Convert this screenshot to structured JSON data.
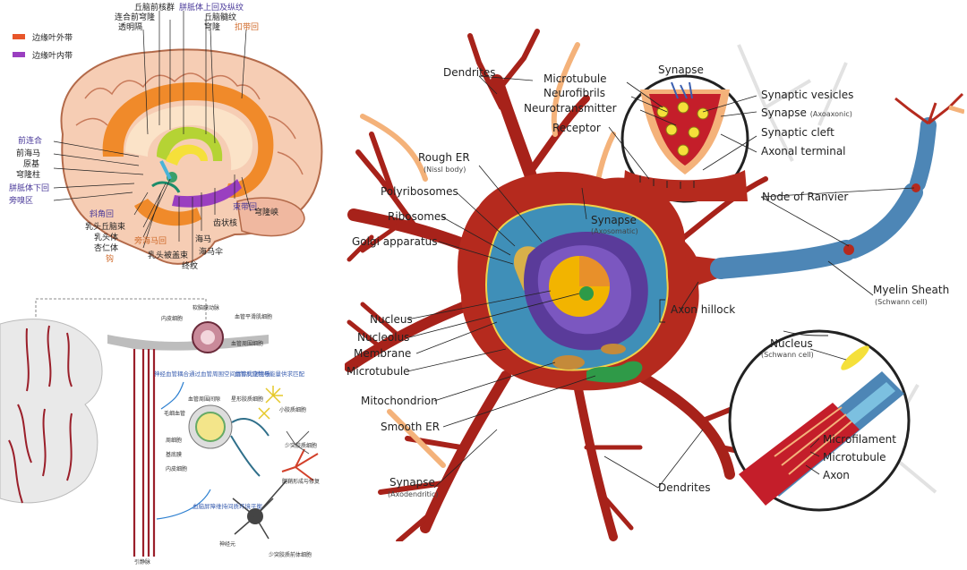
{
  "brain_panel": {
    "legend": [
      {
        "label": "边缘叶外带",
        "color": "#e8562a"
      },
      {
        "label": "边缘叶内带",
        "color": "#9a3fc0"
      }
    ],
    "labels_top": [
      "丘脑前核群",
      "胼胝体上回及纵纹",
      "连合前穹隆",
      "丘脑髓纹",
      "透明隔",
      "穹隆",
      "扣带回"
    ],
    "labels_left": [
      "前连合",
      "前海马",
      "原基",
      "穹隆柱",
      "胼胝体下回",
      "旁嗅区"
    ],
    "labels_bottom": [
      "斜角回",
      "乳头丘脑束",
      "乳头体",
      "杏仁体",
      "旁海马回",
      "钩",
      "乳头被盖束",
      "终纹",
      "海马",
      "海马伞",
      "齿状核",
      "束带回",
      "穹隆峡"
    ]
  },
  "vascular_panel": {
    "labels_blue": [
      "神经血管耦合通过血管周围空间清除代谢物质",
      "血管反应性与能量供求匹配",
      "血脑屏障维持间质环境平衡",
      "髓鞘形成与修复"
    ],
    "labels_small": [
      "软脑膜动脉",
      "血管平滑肌细胞",
      "内皮细胞",
      "血管周围细胞",
      "血管周围间隙",
      "星形胶质细胞",
      "毛细血管",
      "周细胞",
      "基底膜",
      "内皮细胞",
      "小胶质细胞",
      "少突胶质细胞",
      "神经元",
      "少突胶质前体细胞",
      "引静脉"
    ]
  },
  "neuron_panel": {
    "labels": {
      "dendrites_top": "Dendrites",
      "microtubule_top": "Microtubule",
      "neurofibrils": "Neurofibrils",
      "neurotransmitter": "Neurotransmitter",
      "receptor": "Receptor",
      "rough_er": "Rough ER",
      "rough_er_sub": "(Nissl body)",
      "polyribosomes": "Polyribosomes",
      "ribosomes": "Ribosomes",
      "golgi": "Golgi apparatus",
      "synapse_axosomatic": "Synapse",
      "synapse_axosomatic_sub": "(Axosomatic)",
      "nucleus": "Nucleus",
      "nucleolus": "Nucleolus",
      "membrane": "Membrane",
      "microtubule_mid": "Microtubule",
      "mitochondrion": "Mitochondrion",
      "smooth_er": "Smooth ER",
      "synapse_axodendritic": "Synapse",
      "synapse_axodendritic_sub": "(Axodendritic)",
      "dendrites_bottom": "Dendrites",
      "axon_hillock": "Axon hillock",
      "synapse_callout": "Synapse",
      "synaptic_vesicles": "Synaptic vesicles",
      "synapse_axoaxonic": "Synapse",
      "synapse_axoaxonic_sub": "(Axoaxonic)",
      "synaptic_cleft": "Synaptic cleft",
      "axonal_terminal": "Axonal terminal",
      "node_of_ranvier": "Node of Ranvier",
      "myelin_sheath": "Myelin Sheath",
      "myelin_sheath_sub": "(Schwann cell)",
      "nucleus_schwann": "Nucleus",
      "nucleus_schwann_sub": "(Schwann cell)",
      "microfilament": "Microfilament",
      "microtubule_axon": "Microtubule",
      "axon": "Axon"
    },
    "colors": {
      "cell_body": "#b52a1e",
      "dendrite": "#a7221a",
      "myelin": "#4d86b6",
      "nucleus": "#5a3b9a",
      "nucleolus": "#f2b400",
      "cytoplasm": "#3f8fb8"
    }
  }
}
